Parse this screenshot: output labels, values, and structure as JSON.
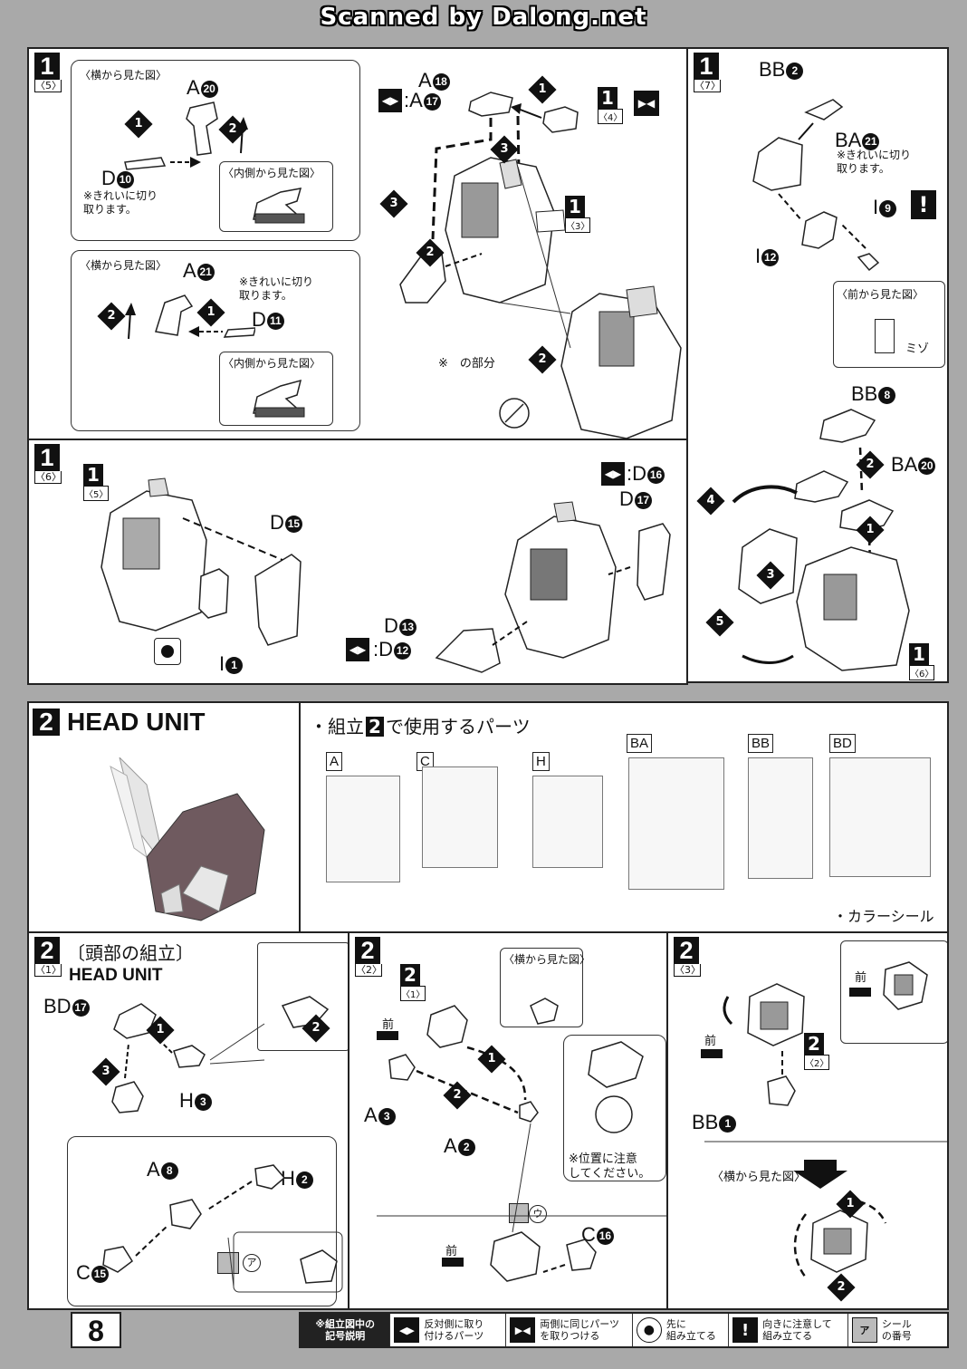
{
  "watermark": "Scanned by Dalong.net",
  "page_number": "8",
  "step_1_5": {
    "number": "1",
    "sub": "〈5〉",
    "side_view_1": "〈横から見た図〉",
    "inner_view_1": "〈内側から見た図〉",
    "side_view_2": "〈横から見た図〉",
    "inner_view_2": "〈内側から見た図〉",
    "label_a20": "A",
    "num_a20": "20",
    "label_d10": "D",
    "num_d10": "10",
    "note_d10": "※きれいに切り\n取ります。",
    "label_a21": "A",
    "num_a21": "21",
    "label_d11": "D",
    "num_d11": "11",
    "note_d11": "※きれいに切り\n取ります。",
    "label_a18": "A",
    "num_a18": "18",
    "label_a17": ":A",
    "num_a17": "17",
    "ref_4": "〈4〉",
    "ref_3": "〈3〉",
    "part_note": "※　の部分"
  },
  "step_1_7": {
    "number": "1",
    "sub": "〈7〉",
    "label_bb2": "BB",
    "num_bb2": "2",
    "label_ba21": "BA",
    "num_ba21": "21",
    "note_ba21": "※きれいに切り\n取ります。",
    "label_i9": "I",
    "num_i9": "9",
    "label_i12": "I",
    "num_i12": "12",
    "front_view": "〈前から見た図〉",
    "groove": "ミゾ",
    "label_bb8": "BB",
    "num_bb8": "8",
    "label_ba20": "BA",
    "num_ba20": "20",
    "ref_6": "〈6〉"
  },
  "step_1_6": {
    "number": "1",
    "sub": "〈6〉",
    "ref_5": "〈5〉",
    "label_d15": "D",
    "num_d15": "15",
    "label_i1": "I",
    "num_i1": "1",
    "label_d16": ":D",
    "num_d16": "16",
    "label_d17": "D",
    "num_d17": "17",
    "label_d13": "D",
    "num_d13": "13",
    "label_d12": ":D",
    "num_d12": "12"
  },
  "head_unit": {
    "number": "2",
    "title": "HEAD UNIT",
    "parts_heading": "・組立",
    "parts_heading_num": "2",
    "parts_heading_rest": "で使用するパーツ",
    "sheets": [
      "A",
      "C",
      "H",
      "BA",
      "BB",
      "BD"
    ],
    "color_seal": "・カラーシール"
  },
  "step_2_1": {
    "number": "2",
    "sub": "〈1〉",
    "title_jp": "〔頭部の組立〕",
    "title_en": "HEAD UNIT",
    "label_bd17": "BD",
    "num_bd17": "17",
    "label_h3": "H",
    "num_h3": "3",
    "label_a8": "A",
    "num_a8": "8",
    "label_h2": "H",
    "num_h2": "2",
    "label_c15": "C",
    "num_c15": "15",
    "sticker_a": "ア"
  },
  "step_2_2": {
    "number": "2",
    "sub": "〈2〉",
    "ref_1": "〈1〉",
    "side_view": "〈横から見た図〉",
    "front": "前",
    "front_2": "前",
    "label_a3": "A",
    "num_a3": "3",
    "label_a2": "A",
    "num_a2": "2",
    "note_position": "※位置に注意\nしてください。",
    "sticker_u": "ウ",
    "label_c16": "C",
    "num_c16": "16"
  },
  "step_2_3": {
    "number": "2",
    "sub": "〈3〉",
    "front": "前",
    "front_2": "前",
    "ref_2": "〈2〉",
    "label_bb1": "BB",
    "num_bb1": "1",
    "side_view": "〈横から見た図〉"
  },
  "legend": {
    "title": "※組立図中の\n記号説明",
    "items": [
      {
        "icon": "◀▶",
        "text": "反対側に取り\n付けるパーツ"
      },
      {
        "icon": "▶◀",
        "text": "両側に同じパーツ\nを取りつける"
      },
      {
        "icon": "●",
        "text": "先に\n組み立てる"
      },
      {
        "icon": "!",
        "text": "向きに注意して\n組み立てる"
      },
      {
        "icon": "ア",
        "text": "シール\nの番号"
      }
    ]
  }
}
